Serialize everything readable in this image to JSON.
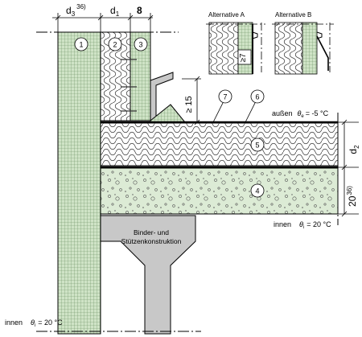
{
  "dims": {
    "d3": "d",
    "d3_sub": "3",
    "d3_sup": "36)",
    "d1": "d",
    "d1_sub": "1",
    "eight": "8",
    "ge15": "≥ 15",
    "ge7": "≥7",
    "d2": "d",
    "d2_sub": "2",
    "twenty": "20",
    "twenty_sup": "36)"
  },
  "alternatives": {
    "a": "Alternative A",
    "b": "Alternative B"
  },
  "labels": {
    "outside_word": "außen",
    "outside_temp": "θ",
    "outside_temp_sub": "e",
    "outside_temp_val": "= -5 °C",
    "inside_word": "innen",
    "inside_temp": "θ",
    "inside_temp_sub": "i",
    "inside_temp_val": "= 20 °C",
    "binder_line1": "Binder- und",
    "binder_line2": "Stützenkonstruktion"
  },
  "markers": [
    "1",
    "2",
    "3",
    "4",
    "5",
    "6",
    "7"
  ],
  "colors": {
    "masonry_green": "#cfe3c6",
    "concrete_green": "#dcebd5",
    "grey": "#c8c8c8",
    "line": "#000000"
  }
}
